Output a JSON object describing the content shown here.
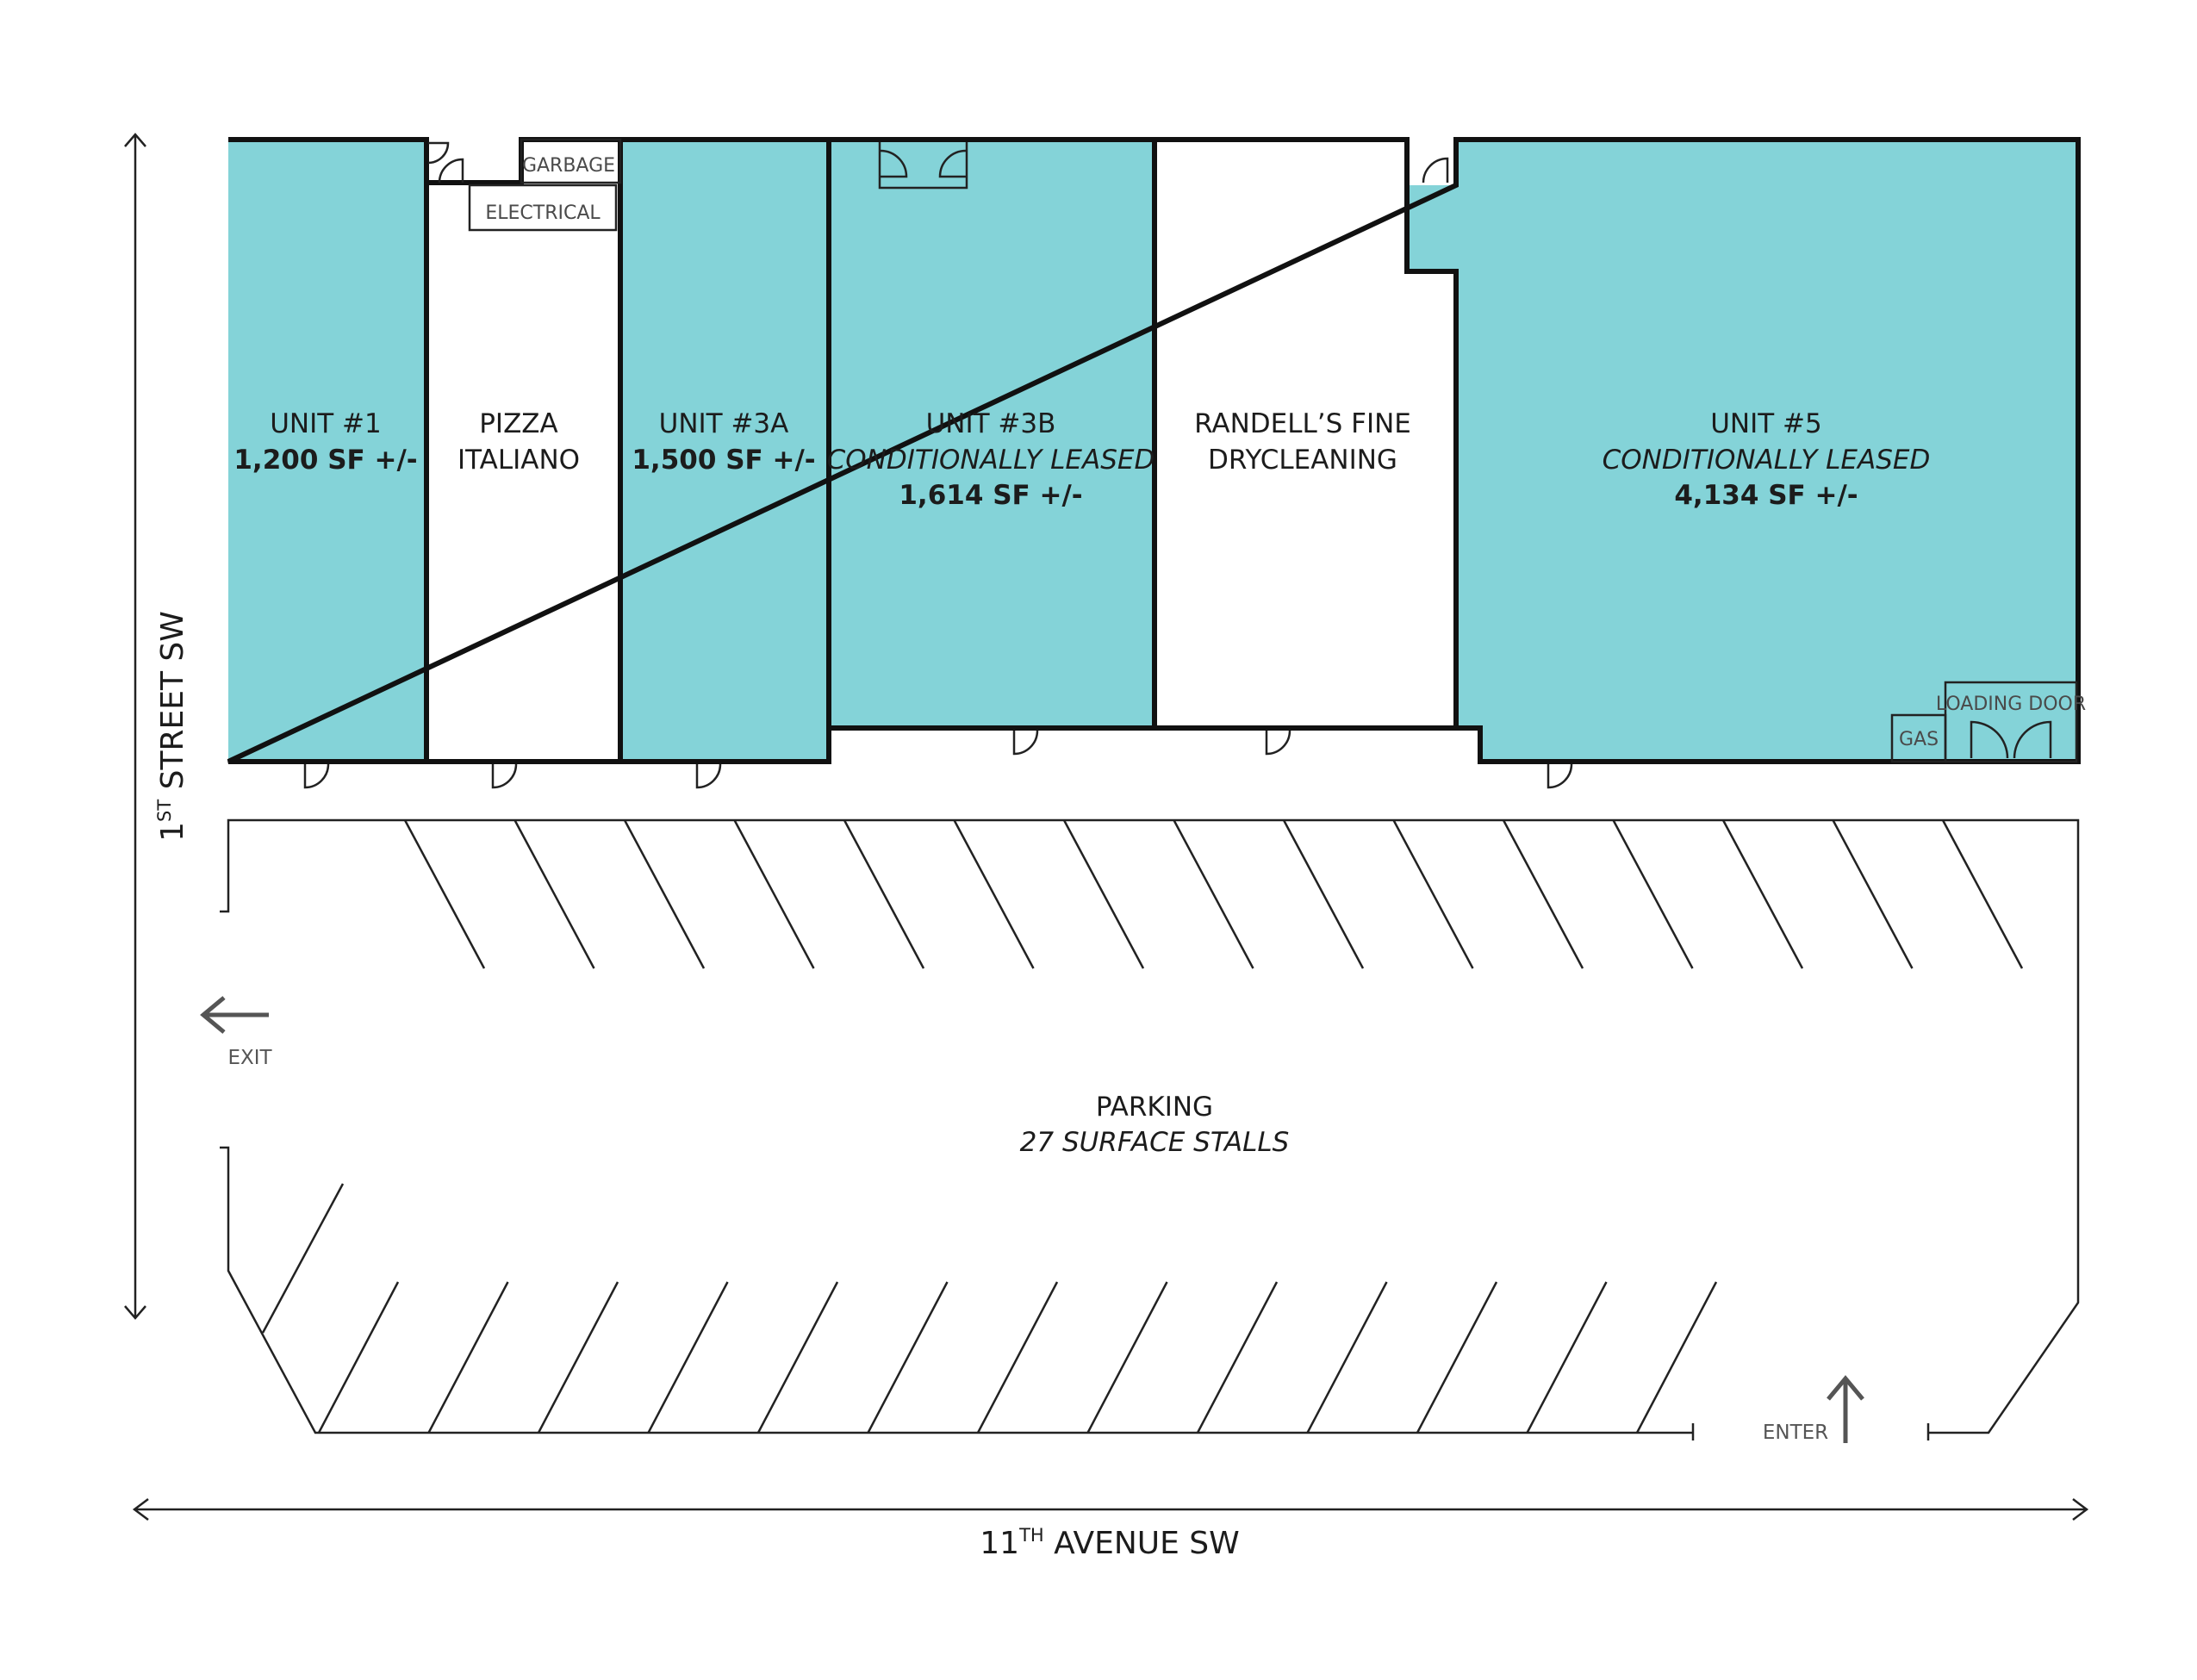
{
  "colors": {
    "leasable": "#84D3D8",
    "occupied": "#FFFFFF",
    "wall": "#111111",
    "line": "#222222",
    "arrow": "#555555"
  },
  "units": {
    "unit1": {
      "name": "UNIT #1",
      "area": "1,200 SF +/-"
    },
    "pizza": {
      "name_line1": "PIZZA",
      "name_line2": "ITALIANO"
    },
    "unit3a": {
      "name": "UNIT #3A",
      "area": "1,500 SF +/-"
    },
    "unit3b": {
      "name": "UNIT #3B",
      "status": "CONDITIONALLY LEASED",
      "area": "1,614 SF +/-"
    },
    "randells": {
      "name_line1": "RANDELL’S FINE",
      "name_line2": "DRYCLEANING"
    },
    "unit5": {
      "name": "UNIT #5",
      "status": "CONDITIONALLY LEASED",
      "area": "4,134 SF +/-"
    }
  },
  "utility_rooms": {
    "garbage": "GARBAGE",
    "electrical": "ELECTRICAL",
    "gas": "GAS",
    "loading_door": "LOADING DOOR"
  },
  "parking": {
    "title": "PARKING",
    "stalls": "27 SURFACE STALLS",
    "exit": "EXIT",
    "enter": "ENTER",
    "top_row_stalls": 15,
    "bottom_row_stalls": 14
  },
  "streets": {
    "side": {
      "prefix": "1",
      "superscript": "ST",
      "suffix": " STREET SW"
    },
    "front": {
      "prefix": "11",
      "superscript": "TH",
      "suffix": " AVENUE SW"
    }
  }
}
